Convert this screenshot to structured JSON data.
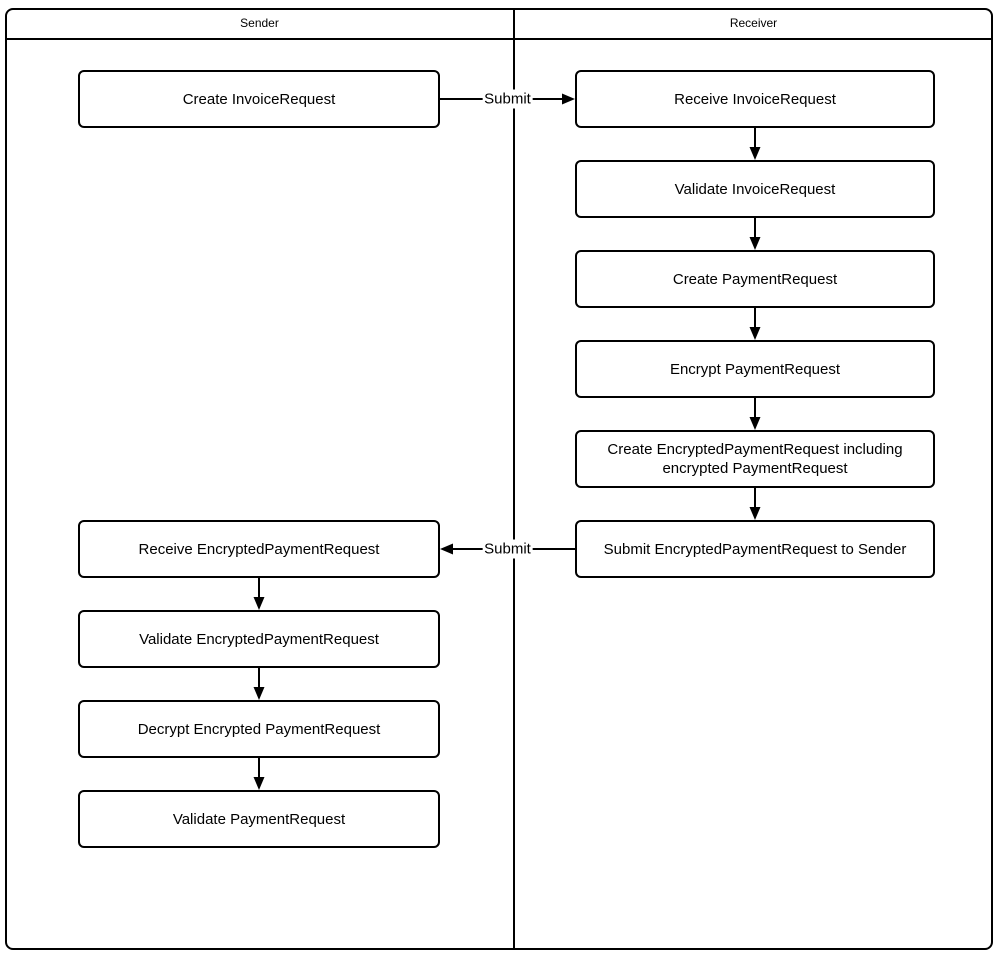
{
  "diagram": {
    "type": "swimlane-flowchart",
    "colors": {
      "stroke": "#000000",
      "background": "#ffffff",
      "text": "#000000"
    },
    "lanes": [
      {
        "id": "sender",
        "label": "Sender"
      },
      {
        "id": "receiver",
        "label": "Receiver"
      }
    ],
    "nodes": [
      {
        "id": "create-invoice-request",
        "lane": "sender",
        "label": "Create InvoiceRequest"
      },
      {
        "id": "receive-invoice-request",
        "lane": "receiver",
        "label": "Receive InvoiceRequest"
      },
      {
        "id": "validate-invoice-request",
        "lane": "receiver",
        "label": "Validate InvoiceRequest"
      },
      {
        "id": "create-payment-request",
        "lane": "receiver",
        "label": "Create PaymentRequest"
      },
      {
        "id": "encrypt-payment-request",
        "lane": "receiver",
        "label": "Encrypt PaymentRequest"
      },
      {
        "id": "create-encrypted-payment-request",
        "lane": "receiver",
        "label": "Create EncryptedPaymentRequest including encrypted PaymentRequest"
      },
      {
        "id": "submit-encrypted-payment-request",
        "lane": "receiver",
        "label": "Submit EncryptedPaymentRequest to Sender"
      },
      {
        "id": "receive-encrypted-payment-request",
        "lane": "sender",
        "label": "Receive EncryptedPaymentRequest"
      },
      {
        "id": "validate-encrypted-payment-request",
        "lane": "sender",
        "label": "Validate EncryptedPaymentRequest"
      },
      {
        "id": "decrypt-encrypted-payment-request",
        "lane": "sender",
        "label": "Decrypt Encrypted PaymentRequest"
      },
      {
        "id": "validate-payment-request",
        "lane": "sender",
        "label": "Validate PaymentRequest"
      }
    ],
    "edges": [
      {
        "from": "create-invoice-request",
        "to": "receive-invoice-request",
        "label": "Submit"
      },
      {
        "from": "receive-invoice-request",
        "to": "validate-invoice-request"
      },
      {
        "from": "validate-invoice-request",
        "to": "create-payment-request"
      },
      {
        "from": "create-payment-request",
        "to": "encrypt-payment-request"
      },
      {
        "from": "encrypt-payment-request",
        "to": "create-encrypted-payment-request"
      },
      {
        "from": "create-encrypted-payment-request",
        "to": "submit-encrypted-payment-request"
      },
      {
        "from": "submit-encrypted-payment-request",
        "to": "receive-encrypted-payment-request",
        "label": "Submit"
      },
      {
        "from": "receive-encrypted-payment-request",
        "to": "validate-encrypted-payment-request"
      },
      {
        "from": "validate-encrypted-payment-request",
        "to": "decrypt-encrypted-payment-request"
      },
      {
        "from": "decrypt-encrypted-payment-request",
        "to": "validate-payment-request"
      }
    ]
  }
}
